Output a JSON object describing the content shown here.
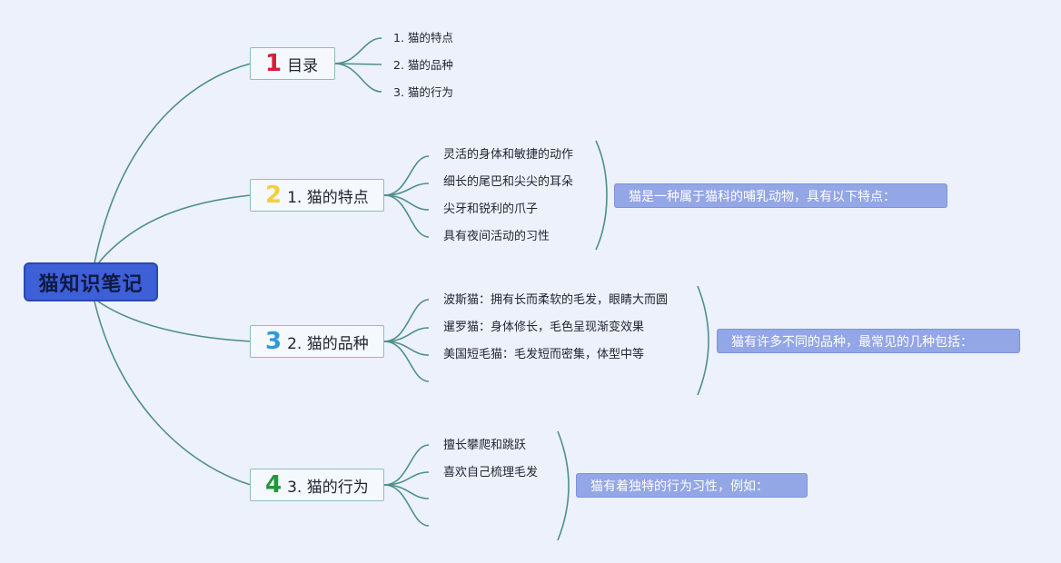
{
  "root": {
    "label": "猫知识笔记"
  },
  "branches": [
    {
      "number": "1",
      "label": "目录",
      "number_color": "#d61f3c",
      "leaves": [
        "1. 猫的特点",
        "2. 猫的品种",
        "3. 猫的行为"
      ]
    },
    {
      "number": "2",
      "label": "1. 猫的特点",
      "number_color": "#f2cf3a",
      "leaves": [
        "灵活的身体和敏捷的动作",
        "细长的尾巴和尖尖的耳朵",
        "尖牙和锐利的爪子",
        "具有夜间活动的习性"
      ],
      "summary": "猫是一种属于猫科的哺乳动物，具有以下特点："
    },
    {
      "number": "3",
      "label": "2. 猫的品种",
      "number_color": "#2d9ad8",
      "leaves": [
        "波斯猫：拥有长而柔软的毛发，眼睛大而圆",
        "暹罗猫：身体修长，毛色呈现渐变效果",
        "美国短毛猫：毛发短而密集，体型中等",
        ""
      ],
      "summary": "猫有许多不同的品种，最常见的几种包括："
    },
    {
      "number": "4",
      "label": "3. 猫的行为",
      "number_color": "#1f9a3a",
      "leaves": [
        "擅长攀爬和跳跃",
        "喜欢自己梳理毛发",
        "",
        ""
      ],
      "summary": "猫有着独特的行为习性，例如："
    }
  ],
  "colors": {
    "background": "#ecf1fb",
    "root_fill": "#3d5fd8",
    "link": "#4f8f8a",
    "summary_fill": "#93a6e6"
  }
}
